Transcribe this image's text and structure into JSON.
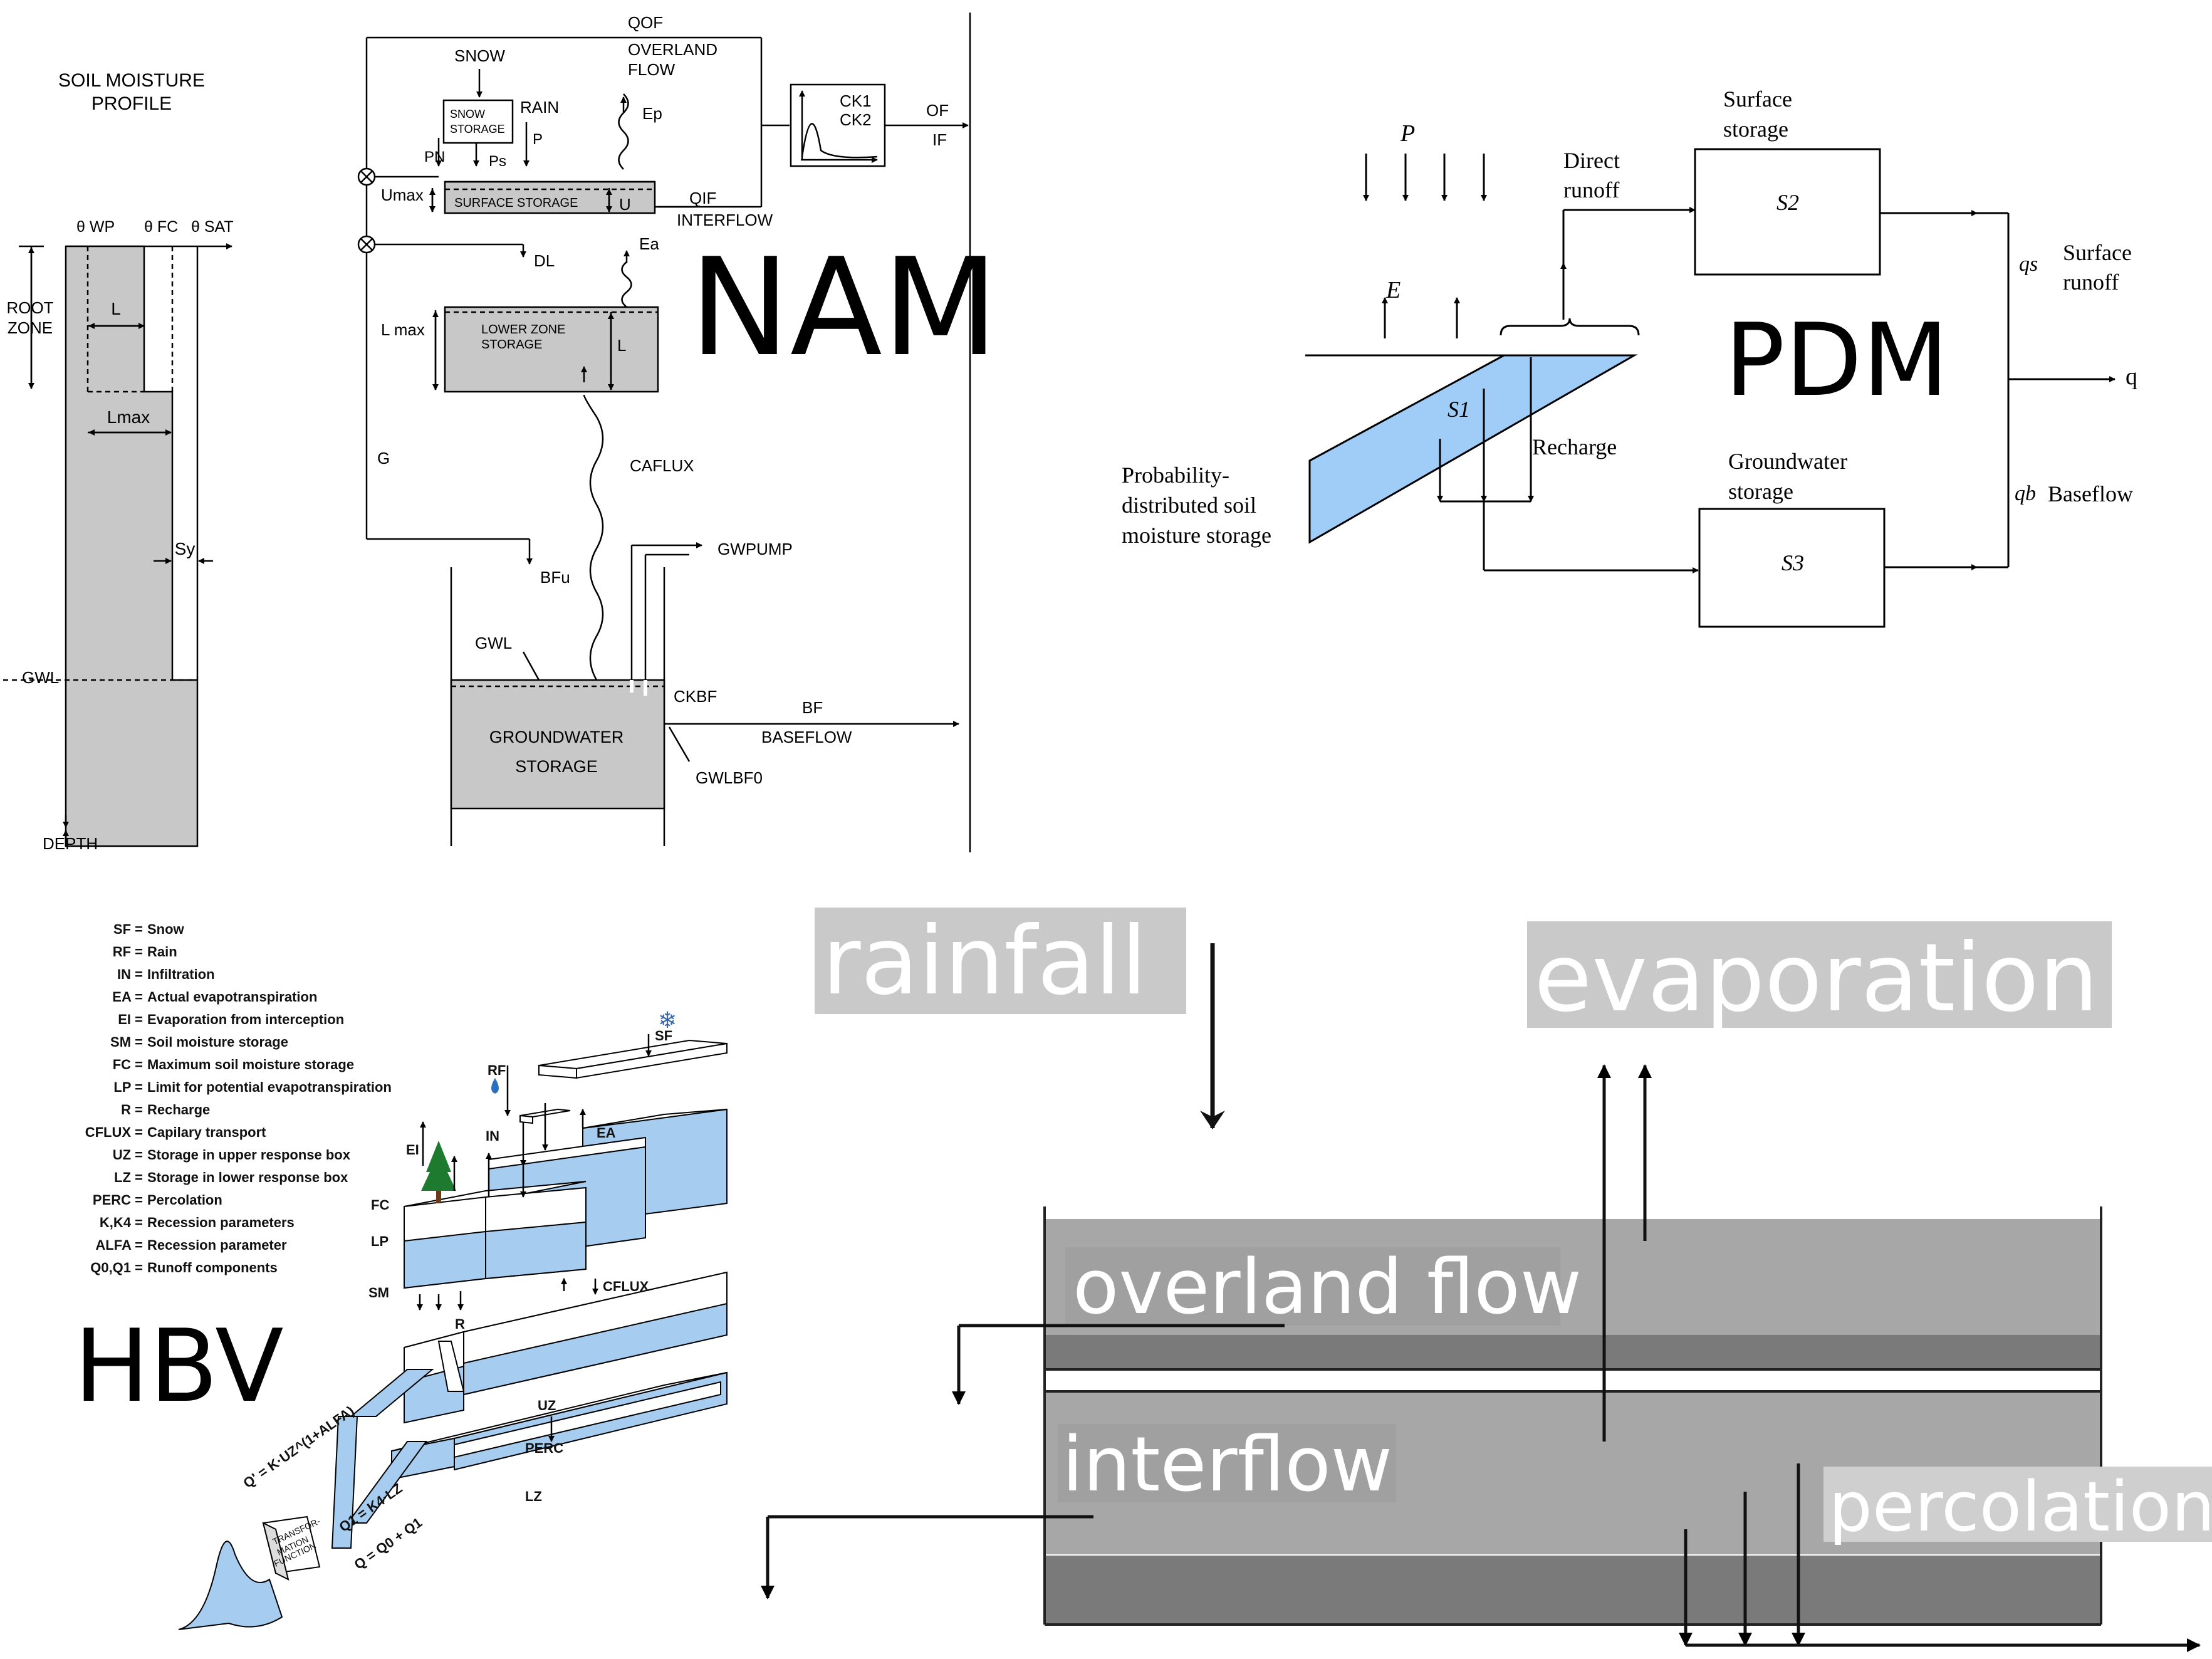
{
  "colors": {
    "water": "#a6cdf0",
    "pdm_store": "#9fcdf7",
    "gray_fill": "#c8c8c8",
    "dark_gray": "#7a7a7a",
    "mid_gray": "#a7a7a7",
    "label_bg": "#c9c9c9",
    "label_bg2": "#a0a0a0",
    "black": "#000000"
  },
  "titles": {
    "nam": "NAM",
    "pdm": "PDM",
    "hbv": "HBV"
  },
  "nam": {
    "soil_profile": [
      "SOIL MOISTURE",
      "PROFILE"
    ],
    "theta_wp": "θ WP",
    "theta_fc": "θ FC",
    "theta_sat": "θ SAT",
    "root_zone": [
      "ROOT",
      "ZONE"
    ],
    "l": "L",
    "lmax": "Lmax",
    "sy": "Sy",
    "gwl_left": "GWL",
    "depth": "DEPTH",
    "qof": "QOF",
    "overland_flow": [
      "OVERLAND",
      "FLOW"
    ],
    "snow": "SNOW",
    "snow_storage": [
      "SNOW",
      "STORAGE"
    ],
    "rain": "RAIN",
    "p": "P",
    "ep": "Ep",
    "ck": [
      "CK1",
      "CK2"
    ],
    "of": "OF",
    "if": "IF",
    "pn": "PN",
    "ps": "Ps",
    "umax": "Umax",
    "surface_storage": "SURFACE   STORAGE",
    "u": "U",
    "qif": "QIF",
    "interflow": "INTERFLOW",
    "dl": "DL",
    "ea": "Ea",
    "l_max": "L max",
    "lower_zone": [
      "LOWER ZONE",
      "STORAGE"
    ],
    "l_lower": "L",
    "g": "G",
    "caflux": "CAFLUX",
    "gwpump": "GWPUMP",
    "bfu": "BFu",
    "gwl": "GWL",
    "ckbf": "CKBF",
    "bf": "BF",
    "baseflow": "BASEFLOW",
    "gw_storage": [
      "GROUNDWATER",
      "STORAGE"
    ],
    "gwlbf0": "GWLBF0"
  },
  "pdm": {
    "p": "P",
    "e": "E",
    "direct_runoff": [
      "Direct",
      "runoff"
    ],
    "surface_storage": [
      "Surface",
      "storage"
    ],
    "s2": "S2",
    "qs": "qs",
    "surface_runoff": [
      "Surface",
      "runoff"
    ],
    "q": "q",
    "s1": "S1",
    "recharge": "Recharge",
    "prob_storage": [
      "Probability-",
      "distributed soil",
      "moisture storage"
    ],
    "gw_storage": [
      "Groundwater",
      "storage"
    ],
    "s3": "S3",
    "qb": "qb",
    "baseflow": "Baseflow"
  },
  "hbv": {
    "legend": [
      {
        "k": "SF =",
        "v": "Snow"
      },
      {
        "k": "RF =",
        "v": "Rain"
      },
      {
        "k": "IN =",
        "v": "Infiltration"
      },
      {
        "k": "EA =",
        "v": "Actual evapotranspiration"
      },
      {
        "k": "EI =",
        "v": "Evaporation from interception"
      },
      {
        "k": "SM =",
        "v": "Soil moisture storage"
      },
      {
        "k": "FC =",
        "v": "Maximum soil moisture storage"
      },
      {
        "k": "LP =",
        "v": "Limit for potential evapotranspiration"
      },
      {
        "k": "R =",
        "v": "Recharge"
      },
      {
        "k": "CFLUX =",
        "v": "Capilary transport"
      },
      {
        "k": "UZ =",
        "v": "Storage in upper response box"
      },
      {
        "k": "LZ =",
        "v": "Storage in lower response box"
      },
      {
        "k": "PERC =",
        "v": "Percolation"
      },
      {
        "k": "K,K4 =",
        "v": "Recession parameters"
      },
      {
        "k": "ALFA =",
        "v": "Recession parameter"
      },
      {
        "k": "Q0,Q1 =",
        "v": "Runoff components"
      }
    ],
    "sf": "SF",
    "rf": "RF",
    "in": "IN",
    "ea": "EA",
    "ei": "EI",
    "fc": "FC",
    "lp": "LP",
    "sm": "SM",
    "r": "R",
    "cflux": "CFLUX",
    "uz": "UZ",
    "perc": "PERC",
    "lz": "LZ",
    "q0_eq": "Q' = K·UZ^(1+ALFA)",
    "q1_eq": "Q1 = K4·LZ",
    "q_eq": "Q = Q0 + Q1",
    "transform": [
      "TRANSFOR-",
      "MATION",
      "FUNCTION"
    ]
  },
  "bucket": {
    "rainfall": "rainfall",
    "evaporation": "evaporation",
    "overland_flow": "overland flow",
    "interflow": "interflow",
    "percolation": "percolation"
  }
}
